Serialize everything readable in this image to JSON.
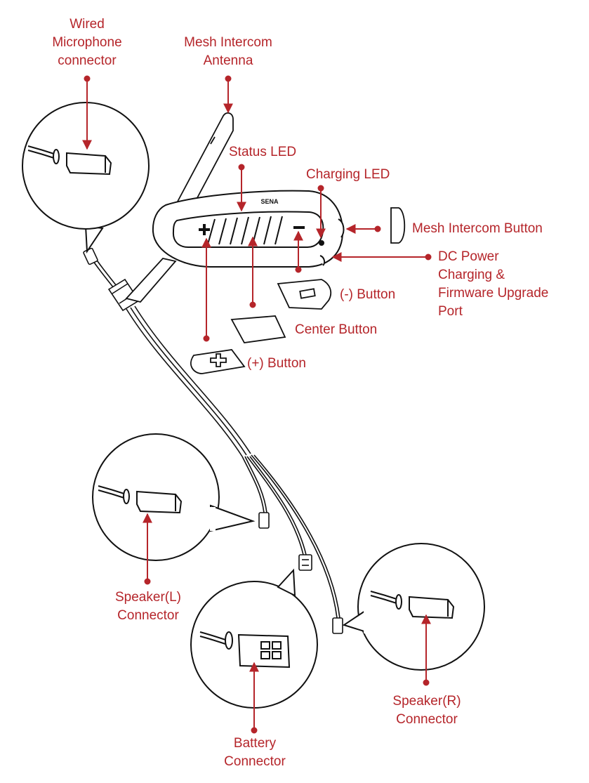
{
  "colors": {
    "accent": "#b5252a",
    "line": "#111111",
    "background": "#ffffff"
  },
  "brand": "SENA",
  "labels": {
    "wired_mic": "Wired\nMicrophone\nconnector",
    "antenna": "Mesh Intercom\nAntenna",
    "status_led": "Status LED",
    "charging_led": "Charging LED",
    "mesh_button": "Mesh Intercom Button",
    "dc_power": "DC Power\nCharging &\nFirmware Upgrade\nPort",
    "minus_button": "(-) Button",
    "center_button": "Center Button",
    "plus_button": "(+) Button",
    "speaker_l": "Speaker(L)\nConnector",
    "battery": "Battery\nConnector",
    "speaker_r": "Speaker(R)\nConnector"
  }
}
